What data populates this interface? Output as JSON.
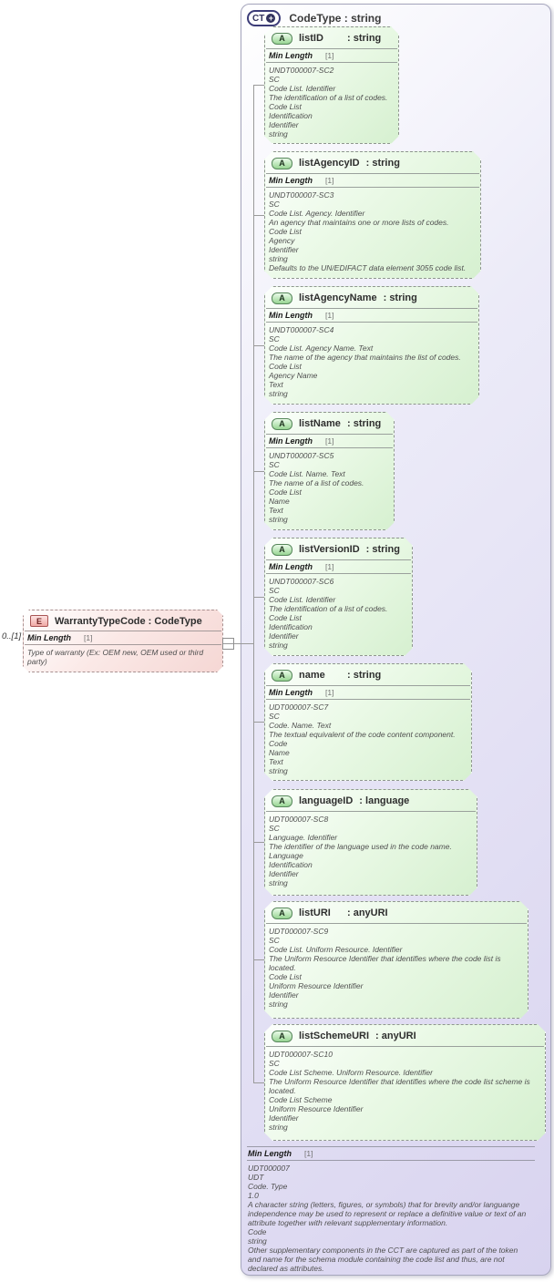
{
  "diagram": {
    "occurrence": "0..[1]",
    "element": {
      "icon": "E",
      "title": "WarrantyTypeCode : CodeType",
      "facet_name": "Min Length",
      "facet_value": "[1]",
      "annotation": "Type of warranty (Ex: OEM new, OEM used or third party)"
    },
    "complex_type": {
      "icon": "CT",
      "plus": "+",
      "title": "CodeType : string",
      "attributes": [
        {
          "icon": "A",
          "name": "listID",
          "type_label": ": string",
          "facet_name": "Min Length",
          "facet_value": "[1]",
          "lines": [
            "UNDT000007-SC2",
            "SC",
            "Code List. Identifier",
            "The identification of a list of codes.",
            "Code List",
            "Identification",
            "Identifier",
            "string"
          ]
        },
        {
          "icon": "A",
          "name": "listAgencyID",
          "type_label": ": string",
          "facet_name": "Min Length",
          "facet_value": "[1]",
          "lines": [
            "UNDT000007-SC3",
            "SC",
            "Code List. Agency. Identifier",
            "An agency that maintains one or more lists of codes.",
            "Code List",
            "Agency",
            "Identifier",
            "string",
            "Defaults to the UN/EDIFACT data element 3055 code list."
          ]
        },
        {
          "icon": "A",
          "name": "listAgencyName",
          "type_label": ": string",
          "facet_name": "Min Length",
          "facet_value": "[1]",
          "lines": [
            "UNDT000007-SC4",
            "SC",
            "Code List. Agency Name. Text",
            "The name of the agency that maintains the list of codes.",
            "Code List",
            "Agency Name",
            "Text",
            "string"
          ]
        },
        {
          "icon": "A",
          "name": "listName",
          "type_label": ": string",
          "facet_name": "Min Length",
          "facet_value": "[1]",
          "lines": [
            "UNDT000007-SC5",
            "SC",
            "Code List. Name. Text",
            "The name of a list of codes.",
            "Code List",
            "Name",
            "Text",
            "string"
          ]
        },
        {
          "icon": "A",
          "name": "listVersionID",
          "type_label": ": string",
          "facet_name": "Min Length",
          "facet_value": "[1]",
          "lines": [
            "UNDT000007-SC6",
            "SC",
            "Code List. Identifier",
            "The identification of a list of codes.",
            "Code List",
            "Identification",
            "Identifier",
            "string"
          ]
        },
        {
          "icon": "A",
          "name": "name",
          "type_label": ": string",
          "facet_name": "Min Length",
          "facet_value": "[1]",
          "lines": [
            "UDT000007-SC7",
            "SC",
            "Code. Name. Text",
            "The textual equivalent of the code content component.",
            "Code",
            "Name",
            "Text",
            "string"
          ]
        },
        {
          "icon": "A",
          "name": "languageID",
          "type_label": ": language",
          "lines": [
            "UDT000007-SC8",
            "SC",
            "Language. Identifier",
            "The identifier of the language used in the code name.",
            "Language",
            "Identification",
            "Identifier",
            "string"
          ]
        },
        {
          "icon": "A",
          "name": "listURI",
          "type_label": ": anyURI",
          "lines": [
            "UDT000007-SC9",
            "SC",
            "Code List. Uniform Resource. Identifier",
            "The Uniform Resource Identifier that identifies where the code list is located.",
            "Code List",
            "Uniform Resource Identifier",
            "Identifier",
            "string"
          ]
        },
        {
          "icon": "A",
          "name": "listSchemeURI",
          "type_label": ": anyURI",
          "lines": [
            "UDT000007-SC10",
            "SC",
            "Code List Scheme. Uniform Resource. Identifier",
            "The Uniform Resource Identifier that identifies where the code list scheme is located.",
            "Code List Scheme",
            "Uniform Resource Identifier",
            "Identifier",
            "string"
          ]
        }
      ],
      "footer": {
        "facet_name": "Min Length",
        "facet_value": "[1]",
        "lines": [
          "UDT000007",
          "UDT",
          "Code. Type",
          "1.0",
          "A character string (letters, figures, or symbols) that for brevity and/or languange independence may be used to represent or replace a definitive value or text of an attribute together with relevant supplementary information.",
          "Code",
          "string",
          "Other supplementary components in the CCT are captured as part of the token and name for the schema module containing the code list and thus, are not declared as attributes."
        ]
      }
    }
  }
}
